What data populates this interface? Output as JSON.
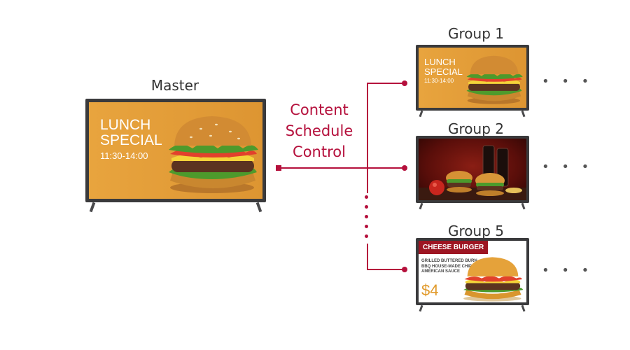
{
  "master": {
    "label": "Master",
    "promo_line1": "LUNCH",
    "promo_line2": "SPECIAL",
    "promo_time": "11:30-14:00"
  },
  "control": {
    "line1": "Content",
    "line2": "Schedule",
    "line3": "Control"
  },
  "groups": [
    {
      "label": "Group 1",
      "promo_line1": "LUNCH",
      "promo_line2": "SPECIAL",
      "promo_time": "11:30-14:00"
    },
    {
      "label": "Group 2"
    },
    {
      "label": "Group 5",
      "promo_title": "CHEESE BURGER",
      "promo_desc_line1": "GRILLED BUTTERED BURN,",
      "promo_desc_line2": "BBQ HOUSE-MADE CHIPS,",
      "promo_desc_line3": "AMERICAN SAUCE",
      "promo_price": "$4"
    }
  ],
  "ellipsis": "• • •",
  "colors": {
    "accent": "#b5103c",
    "bezel": "#3a3a3c",
    "screen_orange": "#e0993a"
  }
}
